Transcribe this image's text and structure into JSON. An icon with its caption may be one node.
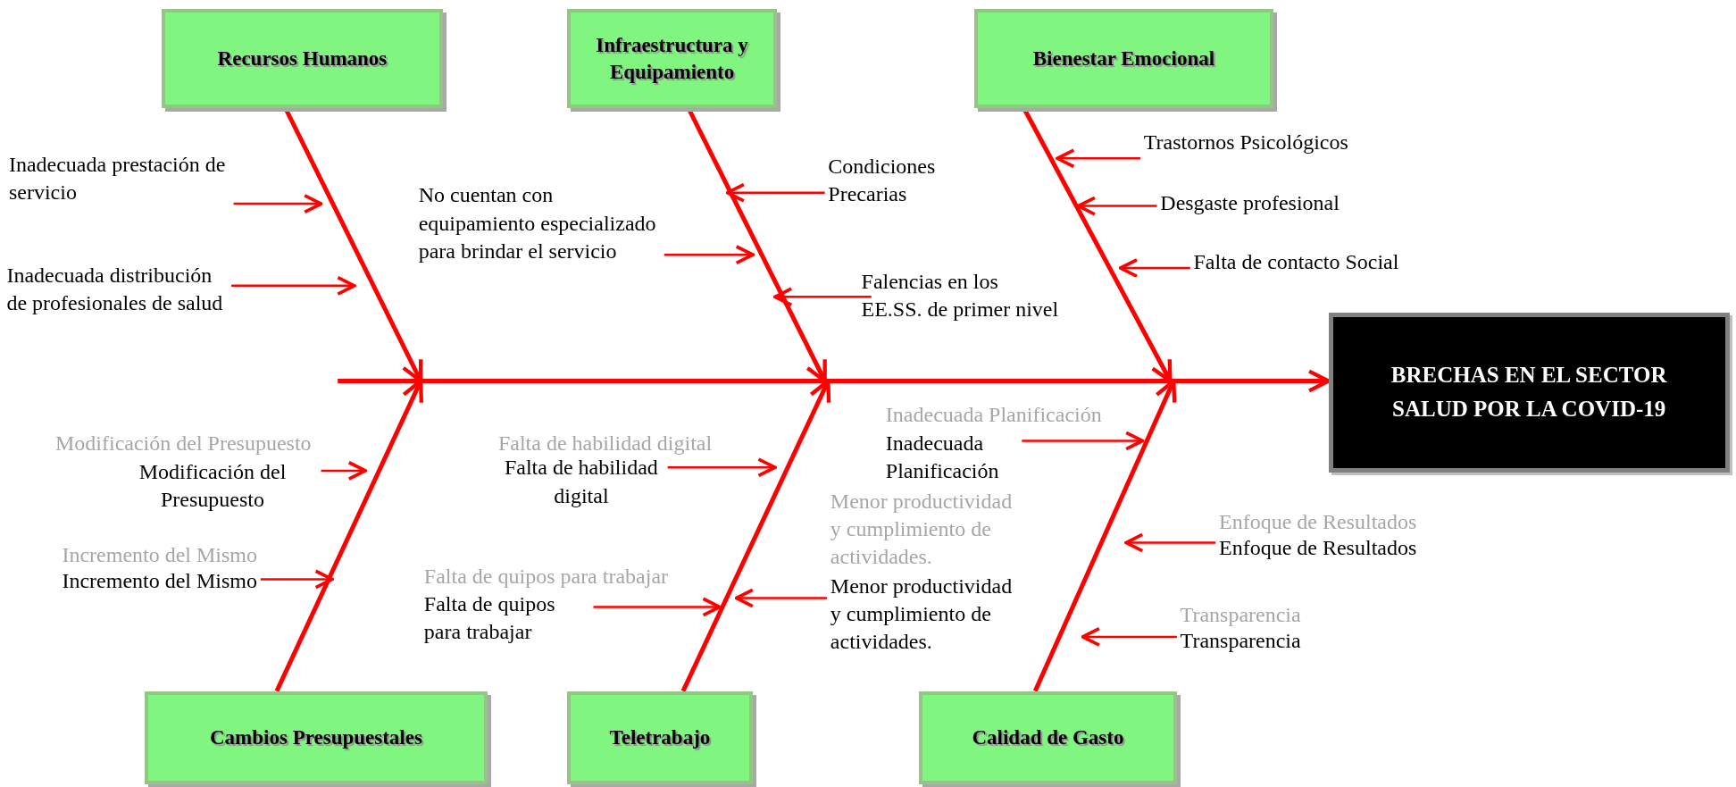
{
  "diagram": {
    "nodes": [
      {
        "text": [
          "Recursos Humanos"
        ]
      },
      {
        "text": [
          "Infraestructura y Equipamiento"
        ]
      },
      {
        "text": [
          "Bienestar Emocional"
        ]
      },
      {
        "text": [
          "Inadecuada prestación de servicio"
        ]
      },
      {
        "text": [
          "Inadecuada distribución de profesionales de salud"
        ]
      },
      {
        "text": [
          "No cuentan con equipamiento especializado para brindar el servicio"
        ]
      },
      {
        "text": [
          "Condiciones Precarias"
        ]
      },
      {
        "text": [
          "Falencias en los EE.SS. de primer nivel"
        ]
      },
      {
        "text": [
          "Trastornos Psicológicos"
        ]
      },
      {
        "text": [
          "Desgaste profesional"
        ]
      },
      {
        "text": [
          "Falta de contacto Social"
        ]
      },
      {
        "text": [
          "BRECHAS EN EL SECTOR SALUD POR LA COVID-19"
        ]
      },
      {
        "text": [
          "Modificación del Presupuesto"
        ]
      },
      {
        "text": [
          "Incremento del Mismo"
        ]
      },
      {
        "text": [
          "Falta de habilidad digital"
        ]
      },
      {
        "text": [
          "Falta de quipos para trabajar"
        ]
      },
      {
        "text": [
          "Inadecuada Planificación"
        ]
      },
      {
        "text": [
          "Menor productividad y cumplimiento de actividades."
        ]
      },
      {
        "text": [
          "Enfoque de Resultados"
        ]
      },
      {
        "text": [
          "Transparencia"
        ]
      },
      {
        "text": [
          "Cambios Presupuestales"
        ]
      },
      {
        "text": [
          "Teletrabajo"
        ]
      },
      {
        "text": [
          "Calidad de Gasto"
        ]
      }
    ],
    "edges": [
      {
        "from": null,
        "to": 11,
        "arrow": "to"
      },
      {
        "from": 0,
        "to": null,
        "arrow": "to"
      },
      {
        "from": 1,
        "to": null,
        "arrow": "to"
      },
      {
        "from": 2,
        "to": null,
        "arrow": "to"
      },
      {
        "from": 20,
        "to": null,
        "arrow": "to"
      },
      {
        "from": 21,
        "to": null,
        "arrow": "to"
      },
      {
        "from": 22,
        "to": null,
        "arrow": "to"
      },
      {
        "from": 3,
        "to": null,
        "arrow": "to"
      },
      {
        "from": 4,
        "to": null,
        "arrow": "to"
      },
      {
        "from": 5,
        "to": null,
        "arrow": "to"
      },
      {
        "from": 6,
        "to": null,
        "arrow": "to"
      },
      {
        "from": 7,
        "to": null,
        "arrow": "to"
      },
      {
        "from": 8,
        "to": null,
        "arrow": "to"
      },
      {
        "from": 9,
        "to": null,
        "arrow": "to"
      },
      {
        "from": 10,
        "to": null,
        "arrow": "to"
      },
      {
        "from": 12,
        "to": null,
        "arrow": "to"
      },
      {
        "from": 13,
        "to": null,
        "arrow": "to"
      },
      {
        "from": 14,
        "to": null,
        "arrow": "to"
      },
      {
        "from": 15,
        "to": null,
        "arrow": "to"
      },
      {
        "from": 16,
        "to": null,
        "arrow": "to"
      },
      {
        "from": 17,
        "to": null,
        "arrow": "to"
      },
      {
        "from": 18,
        "to": null,
        "arrow": "to"
      },
      {
        "from": 19,
        "to": null,
        "arrow": "to"
      }
    ],
    "labels": [
      "Modificación del Presupuesto",
      "Incremento del Mismo",
      "Falta de habilidad digital",
      "Falta de quipos para trabajar",
      "Inadecuada Planificación",
      "Menor productividad y cumplimiento de actividades.",
      "Enfoque de Resultados",
      "Transparencia"
    ]
  }
}
